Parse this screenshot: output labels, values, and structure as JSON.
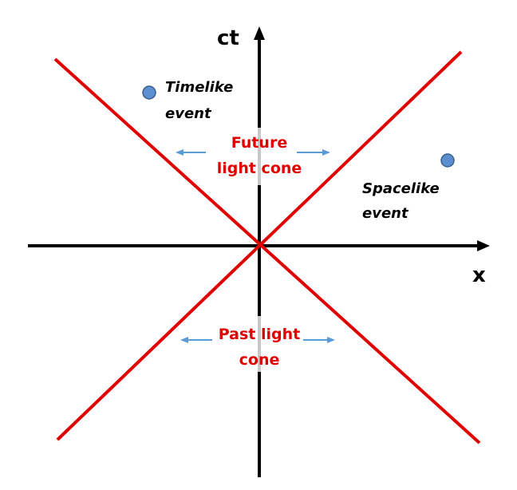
{
  "axes": {
    "vertical_label": "ct",
    "horizontal_label": "x"
  },
  "future_cone": {
    "line1": "Future",
    "line2": "light cone"
  },
  "past_cone": {
    "line1": "Past light",
    "line2": "cone"
  },
  "timelike_event": {
    "line1": "Timelike",
    "line2": "event"
  },
  "spacelike_event": {
    "line1": "Spacelike",
    "line2": "event"
  },
  "colors": {
    "axis": "#000000",
    "light_cone": "#e00000",
    "cone_label": "#e00000",
    "event_marker_fill": "#5b8fd0",
    "event_marker_stroke": "#3a5f8e",
    "arrow": "#5b9bd5",
    "axis_gap": "#c8c8c8"
  }
}
